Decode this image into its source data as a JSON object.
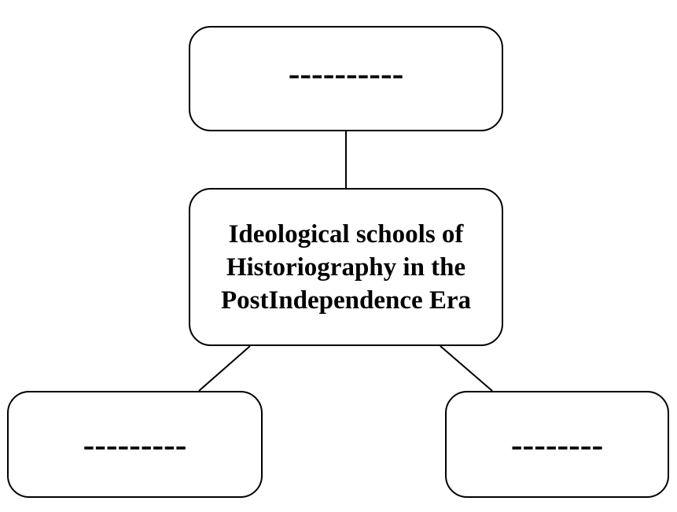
{
  "diagram": {
    "nodes": {
      "top": "----------",
      "center": "Ideological schools of Historiography in the PostIndependence Era",
      "left": "---------",
      "right": "--------"
    },
    "edges": [
      {
        "from": "top",
        "to": "center"
      },
      {
        "from": "center",
        "to": "left"
      },
      {
        "from": "center",
        "to": "right"
      }
    ],
    "colors": {
      "stroke": "#000000",
      "fill": "#ffffff",
      "text": "#000000"
    }
  }
}
